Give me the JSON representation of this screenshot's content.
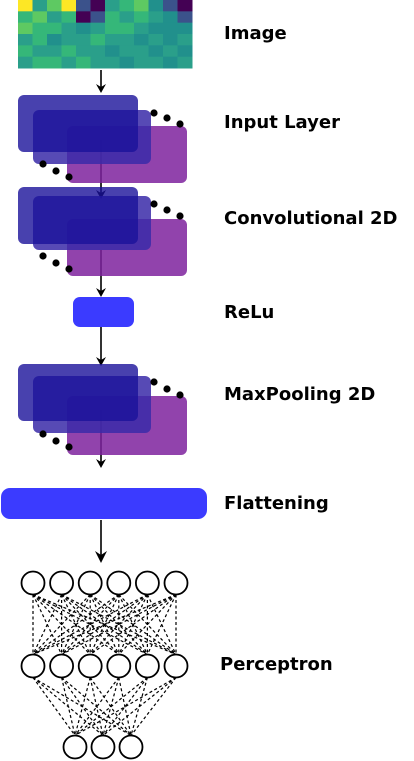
{
  "labels": {
    "image": "Image",
    "input_layer": "Input Layer",
    "convolutional": "Convolutional 2D",
    "relu": "ReLu",
    "maxpooling": "MaxPooling 2D",
    "flattening": "Flattening",
    "perceptron": "Perceptron"
  },
  "colors": {
    "front_layer": "#1a129a",
    "back_layer": "#7e229d",
    "bar": "#3b3bff",
    "line": "#000000",
    "image_palette": [
      "#440154",
      "#3b528b",
      "#21908c",
      "#2a9f8a",
      "#35b779",
      "#5ec962",
      "#fde725"
    ]
  },
  "image_heatmap": [
    [
      6,
      3,
      5,
      6,
      1,
      0,
      3,
      4,
      5,
      2,
      1,
      0
    ],
    [
      4,
      5,
      3,
      4,
      0,
      1,
      4,
      3,
      4,
      3,
      2,
      1
    ],
    [
      5,
      4,
      4,
      3,
      2,
      3,
      4,
      4,
      3,
      2,
      2,
      2
    ],
    [
      3,
      4,
      2,
      3,
      3,
      4,
      3,
      3,
      2,
      3,
      2,
      3
    ],
    [
      4,
      3,
      3,
      4,
      3,
      3,
      2,
      3,
      3,
      2,
      3,
      2
    ],
    [
      3,
      4,
      4,
      3,
      4,
      3,
      3,
      2,
      3,
      3,
      2,
      3
    ]
  ],
  "perceptron": {
    "top_nodes": 6,
    "middle_nodes": 6,
    "bottom_nodes": 3
  }
}
